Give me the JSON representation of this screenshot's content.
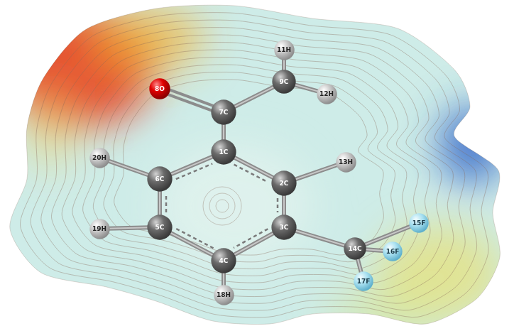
{
  "diagram": {
    "nodes": [
      {
        "text": [
          "8O"
        ]
      },
      {
        "text": [
          "11H"
        ]
      },
      {
        "text": [
          "9C"
        ]
      },
      {
        "text": [
          "12H"
        ]
      },
      {
        "text": [
          "7C"
        ]
      },
      {
        "text": [
          "20H"
        ]
      },
      {
        "text": [
          "6C"
        ]
      },
      {
        "text": [
          "1C"
        ]
      },
      {
        "text": [
          "2C"
        ]
      },
      {
        "text": [
          "13H"
        ]
      },
      {
        "text": [
          "5C"
        ]
      },
      {
        "text": [
          "3C"
        ]
      },
      {
        "text": [
          "15F"
        ]
      },
      {
        "text": [
          "19H"
        ]
      },
      {
        "text": [
          "4C"
        ]
      },
      {
        "text": [
          "14C"
        ]
      },
      {
        "text": [
          "16F"
        ]
      },
      {
        "text": [
          "17F"
        ]
      },
      {
        "text": [
          "18H"
        ]
      }
    ],
    "edges": [
      {
        "from": 7,
        "to": 8,
        "arrow": "none"
      },
      {
        "from": 8,
        "to": 11,
        "arrow": "none"
      },
      {
        "from": 11,
        "to": 14,
        "arrow": "none"
      },
      {
        "from": 14,
        "to": 10,
        "arrow": "none"
      },
      {
        "from": 10,
        "to": 6,
        "arrow": "none"
      },
      {
        "from": 6,
        "to": 7,
        "arrow": "none"
      },
      {
        "from": 7,
        "to": 4,
        "arrow": "none"
      },
      {
        "from": 4,
        "to": 0,
        "arrow": "none"
      },
      {
        "from": 4,
        "to": 2,
        "arrow": "none"
      },
      {
        "from": 2,
        "to": 1,
        "arrow": "none"
      },
      {
        "from": 2,
        "to": 3,
        "arrow": "none"
      },
      {
        "from": 8,
        "to": 9,
        "arrow": "none"
      },
      {
        "from": 11,
        "to": 15,
        "arrow": "none"
      },
      {
        "from": 15,
        "to": 12,
        "arrow": "none"
      },
      {
        "from": 15,
        "to": 16,
        "arrow": "none"
      },
      {
        "from": 15,
        "to": 17,
        "arrow": "none"
      },
      {
        "from": 14,
        "to": 18,
        "arrow": "none"
      },
      {
        "from": 10,
        "to": 13,
        "arrow": "none"
      },
      {
        "from": 6,
        "to": 5,
        "arrow": "none"
      }
    ]
  }
}
